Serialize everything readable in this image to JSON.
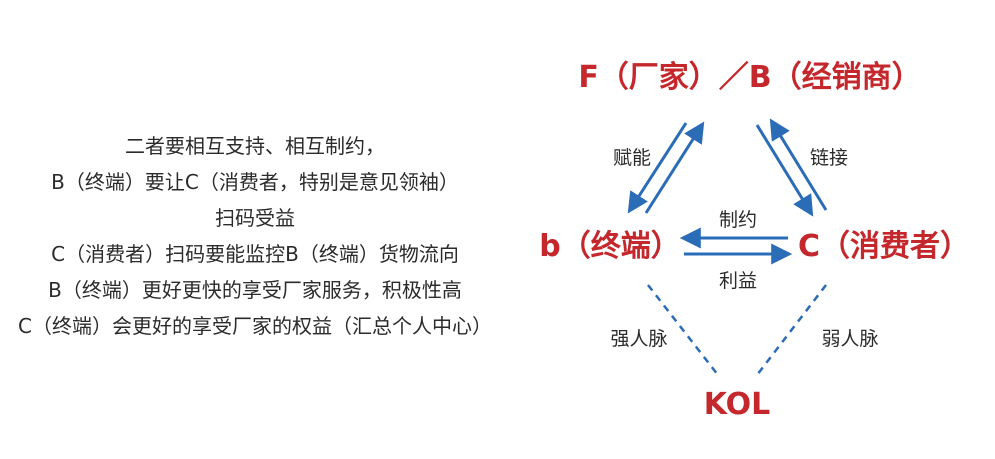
{
  "text_lines": [
    "二者要相互支持、相互制约，",
    "B（终端）要让C（消费者，特别是意见领袖）",
    "扫码受益",
    "C（消费者）扫码要能监控B（终端）货物流向",
    "B（终端）更好更快的享受厂家服务，积极性高",
    "C（终端）会更好的享受厂家的权益（汇总个人中心）"
  ],
  "nodes": {
    "top": "F（厂家）／B（经销商）",
    "left": "b（终端）",
    "right": "C（消费者）",
    "bottom": "KOL"
  },
  "relations": {
    "left_edge": "赋能",
    "right_edge": "链接",
    "mid_top": "制约",
    "mid_bottom": "利益",
    "bottom_left": "强人脉",
    "bottom_right": "弱人脉"
  },
  "colors": {
    "node_text": "#c4282c",
    "arrow": "#2b6cb7",
    "body_text": "#2b2b2b"
  }
}
